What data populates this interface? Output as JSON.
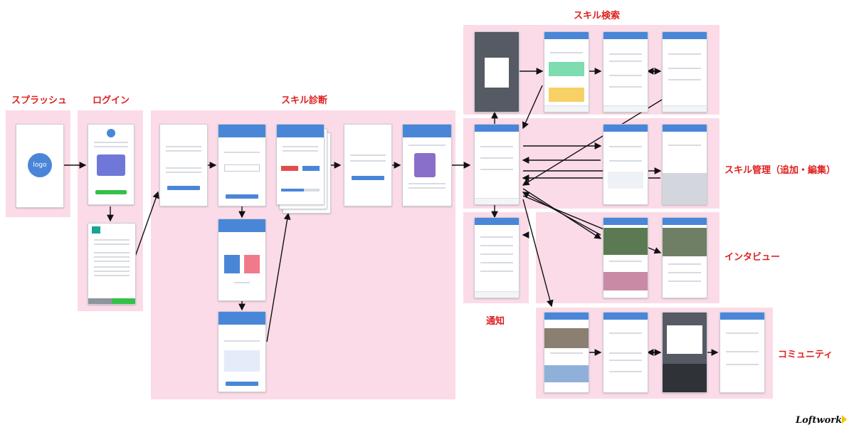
{
  "sections": {
    "splash": "スプラッシュ",
    "login": "ログイン",
    "skill_diagnosis": "スキル診断",
    "skill_search": "スキル検索",
    "skill_management": "スキル管理（追加・編集）",
    "notifications": "通知",
    "interview": "インタビュー",
    "community": "コミュニティ"
  },
  "splash_logo_text": "logo",
  "brand": "Loftwork",
  "colors": {
    "region": "#fbdbe8",
    "label": "#e02020",
    "accent": "#4a86d8"
  }
}
